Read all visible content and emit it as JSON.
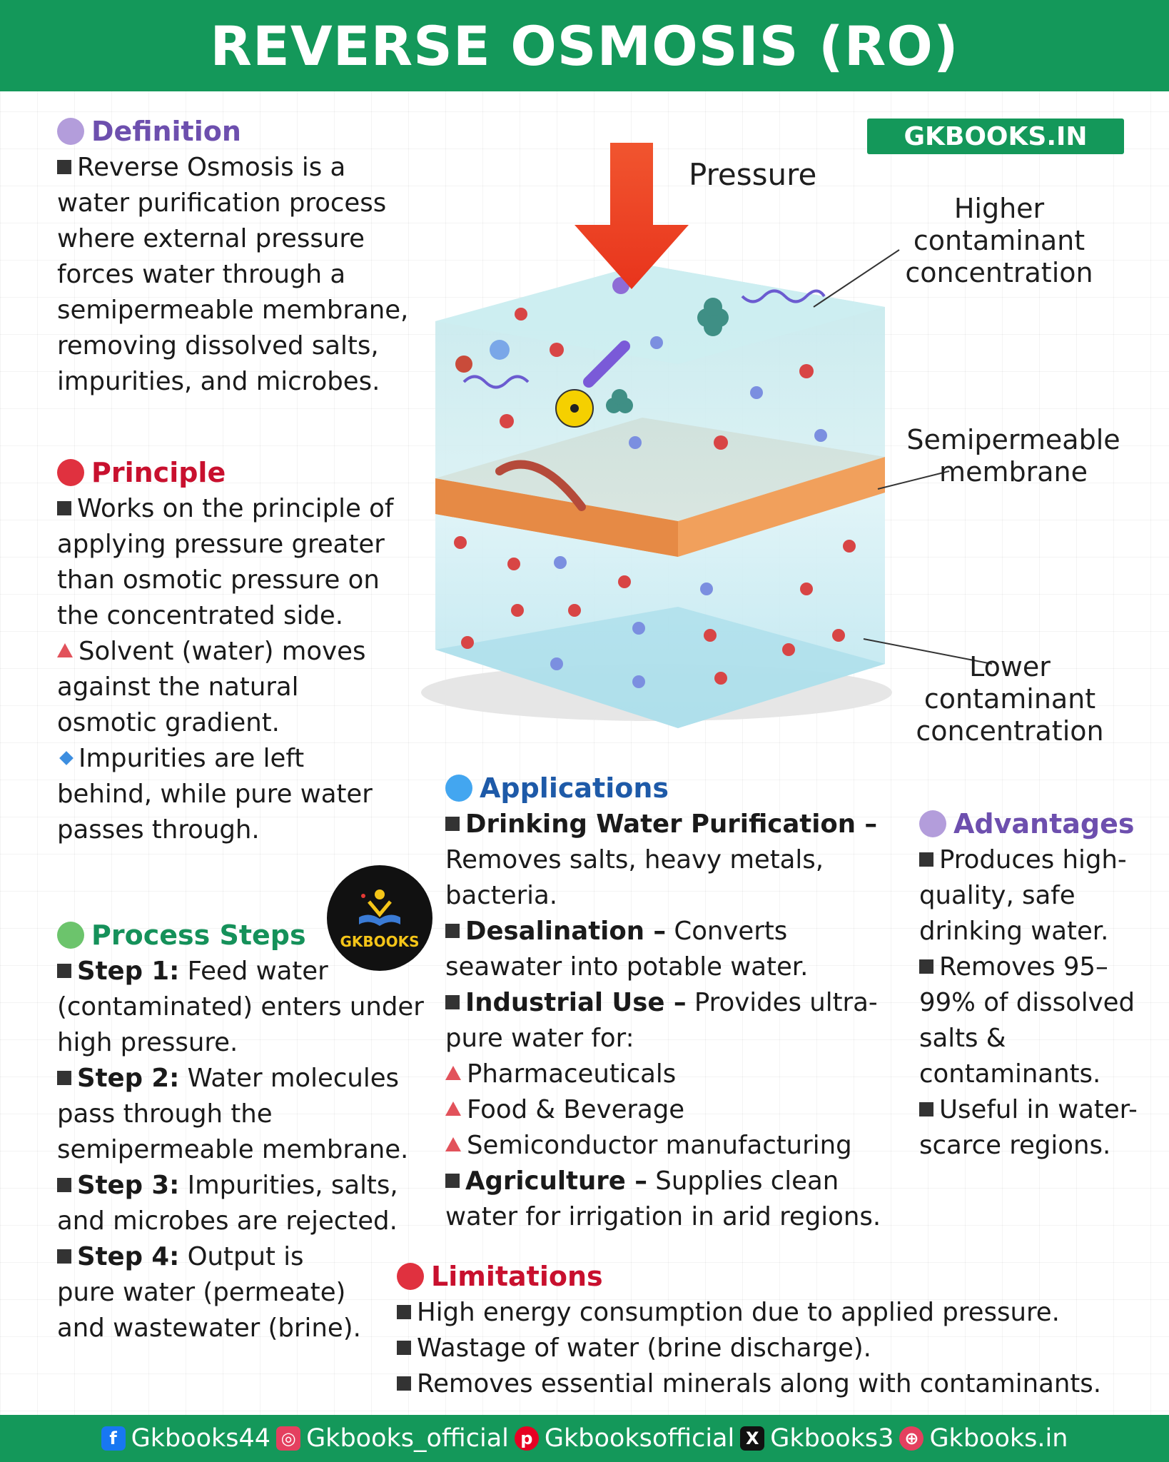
{
  "header": {
    "title": "REVERSE OSMOSIS (RO)"
  },
  "brand": "GKBOOKS.IN",
  "colors": {
    "green": "#14985a",
    "definition": "#6d4fae",
    "principle": "#c8102e",
    "process": "#15915a",
    "applications": "#1e5aa8",
    "advantages": "#6d4fae",
    "limitations": "#c8102e"
  },
  "definition": {
    "heading": "Definition",
    "text": "Reverse Osmosis is a water purification process where external pressure forces water through a semipermeable membrane, removing dissolved salts, impurities, and microbes."
  },
  "principle": {
    "heading": "Principle",
    "point1": "Works on the principle of applying pressure greater than osmotic pressure on the concentrated side.",
    "point2": "Solvent (water) moves against the natural osmotic gradient.",
    "point3": "Impurities are left behind, while pure water passes through."
  },
  "process": {
    "heading": "Process Steps",
    "steps": [
      {
        "label": "Step 1:",
        "text": "Feed water (contaminated) enters under high pressure."
      },
      {
        "label": "Step 2:",
        "text": "Water molecules pass through the semipermeable membrane."
      },
      {
        "label": "Step 3:",
        "text": "Impurities, salts, and microbes are rejected."
      },
      {
        "label": "Step 4:",
        "text": "Output is pure water (permeate) and wastewater (brine)."
      }
    ]
  },
  "logo": {
    "text": "GKBOOKS"
  },
  "diagram": {
    "pressure": "Pressure",
    "higher1": "Higher",
    "higher2": "contaminant",
    "higher3": "concentration",
    "membrane1": "Semipermeable",
    "membrane2": "membrane",
    "lower1": "Lower",
    "lower2": "contaminant",
    "lower3": "concentration"
  },
  "applications": {
    "heading": "Applications",
    "drinking_label": "Drinking Water Purification –",
    "drinking_text": "Removes salts, heavy metals, bacteria.",
    "desal_label": "Desalination –",
    "desal_text": "Converts seawater into potable water.",
    "industrial_label": "Industrial Use –",
    "industrial_text": "Provides ultra-pure water for:",
    "sub1": "Pharmaceuticals",
    "sub2": "Food & Beverage",
    "sub3": "Semiconductor manufacturing",
    "agri_label": "Agriculture –",
    "agri_text": "Supplies clean water for irrigation in arid regions."
  },
  "advantages": {
    "heading": "Advantages",
    "point1": "Produces high-quality, safe drinking water.",
    "point2": "Removes 95–99% of dissolved salts & contaminants.",
    "point3": "Useful in water-scarce regions."
  },
  "limitations": {
    "heading": "Limitations",
    "point1": "High energy consumption due to applied pressure.",
    "point2": "Wastage of water (brine discharge).",
    "point3": "Removes essential minerals along with contaminants."
  },
  "footer": {
    "facebook": "Gkbooks44",
    "instagram": "Gkbooks_official",
    "pinterest": "Gkbooksofficial",
    "x": "Gkbooks3",
    "web": "Gkbooks.in"
  }
}
